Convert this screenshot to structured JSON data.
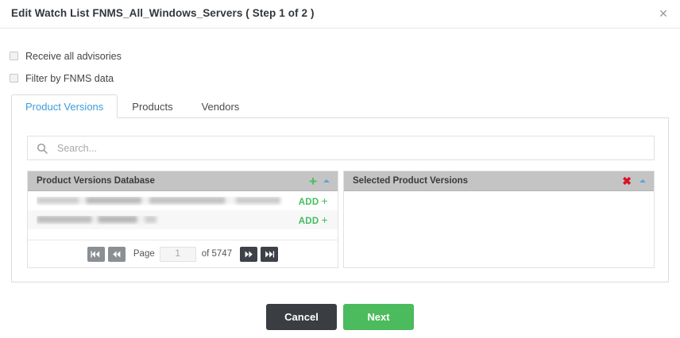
{
  "dialog": {
    "title": "Edit Watch List FNMS_All_Windows_Servers ( Step 1 of 2 )",
    "close_label": "✕"
  },
  "options": [
    {
      "label": "Receive all advisories",
      "checked": false
    },
    {
      "label": "Filter by FNMS data",
      "checked": false
    }
  ],
  "tabs": [
    {
      "label": "Product Versions",
      "active": true
    },
    {
      "label": "Products",
      "active": false
    },
    {
      "label": "Vendors",
      "active": false
    }
  ],
  "search": {
    "placeholder": "Search...",
    "value": "",
    "icon": "search-icon"
  },
  "grid_left": {
    "header": "Product Versions Database",
    "plus_icon": "+",
    "sort_icon": "sort-ascending-icon",
    "rows": [
      {
        "name": "",
        "redacted": true,
        "action": "ADD",
        "action_plus": "+"
      },
      {
        "name": "",
        "redacted": true,
        "action": "ADD",
        "action_plus": "+"
      }
    ],
    "pager": {
      "first_label": "first-page",
      "prev_label": "previous-page",
      "page_word": "Page",
      "page_value": "1",
      "total_text": "of 5747",
      "next_label": "next-page",
      "last_label": "last-page",
      "first_enabled": false,
      "prev_enabled": false,
      "next_enabled": true,
      "last_enabled": true
    }
  },
  "grid_right": {
    "header": "Selected Product Versions",
    "remove_icon": "✖",
    "sort_icon": "sort-ascending-icon",
    "rows": []
  },
  "footer": {
    "cancel_label": "Cancel",
    "next_label": "Next"
  },
  "colors": {
    "accent_green": "#4cbb5e",
    "accent_blue": "#3c9dd8",
    "danger_red": "#d8122a",
    "dark": "#3a3d42",
    "header_grey": "#c4c4c4"
  }
}
